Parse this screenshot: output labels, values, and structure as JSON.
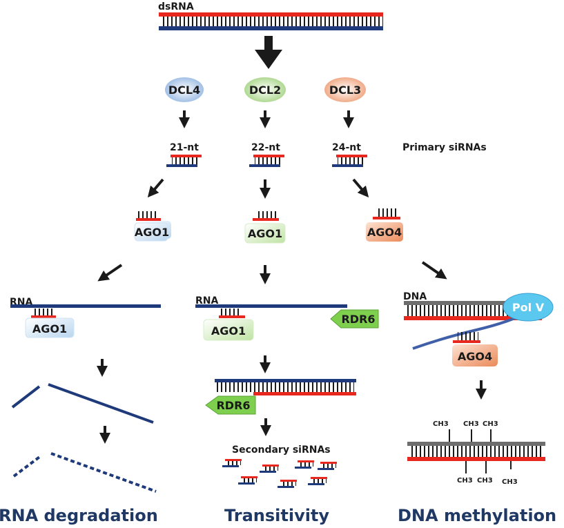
{
  "labels": {
    "dsrna": "dsRNA",
    "primary_sirnas": "Primary siRNAs",
    "secondary_sirnas": "Secondary siRNAs",
    "rna_left": "RNA",
    "rna_mid": "RNA",
    "dna": "DNA",
    "ch3": "CH3"
  },
  "dicers": [
    {
      "label": "DCL4",
      "color": "#a9c6e8"
    },
    {
      "label": "DCL2",
      "color": "#b7dc9a"
    },
    {
      "label": "DCL3",
      "color": "#f2b08f"
    }
  ],
  "sizes": [
    "21-nt",
    "22-nt",
    "24-nt"
  ],
  "agos": {
    "col1": "AGO1",
    "col2": "AGO1",
    "col3": "AGO4",
    "rna_left": "AGO1",
    "rna_mid": "AGO1",
    "dna": "AGO4"
  },
  "rdr6": {
    "top": "RDR6",
    "bottom": "RDR6"
  },
  "polv": "Pol V",
  "outcomes": [
    "RNA degradation",
    "Transitivity",
    "DNA methylation"
  ],
  "colors": {
    "red": "#e8281e",
    "navy": "#1f3a7a",
    "gray": "#6e6e6e",
    "green": "#6cc24a",
    "light_blue": "#5bc8f0"
  }
}
